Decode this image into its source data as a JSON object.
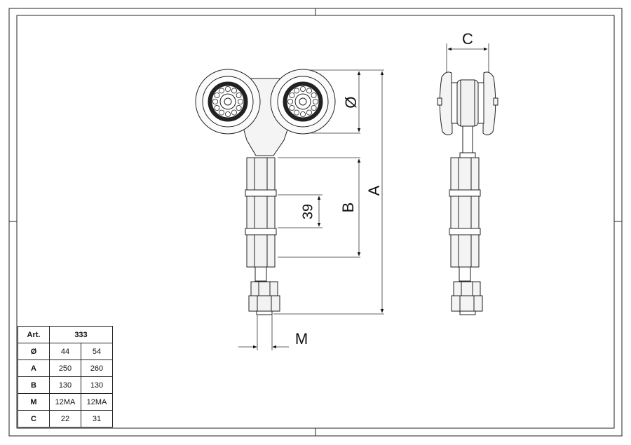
{
  "dimensions": {
    "diameter": "Ø",
    "a": "A",
    "b": "B",
    "c": "C",
    "m": "M",
    "pitch": "39"
  },
  "table": {
    "header_label": "Art.",
    "header_value": "333",
    "rows": [
      {
        "label": "Ø",
        "v1": "44",
        "v2": "54"
      },
      {
        "label": "A",
        "v1": "250",
        "v2": "260"
      },
      {
        "label": "B",
        "v1": "130",
        "v2": "130"
      },
      {
        "label": "M",
        "v1": "12MA",
        "v2": "12MA"
      },
      {
        "label": "C",
        "v1": "22",
        "v2": "31"
      }
    ]
  }
}
